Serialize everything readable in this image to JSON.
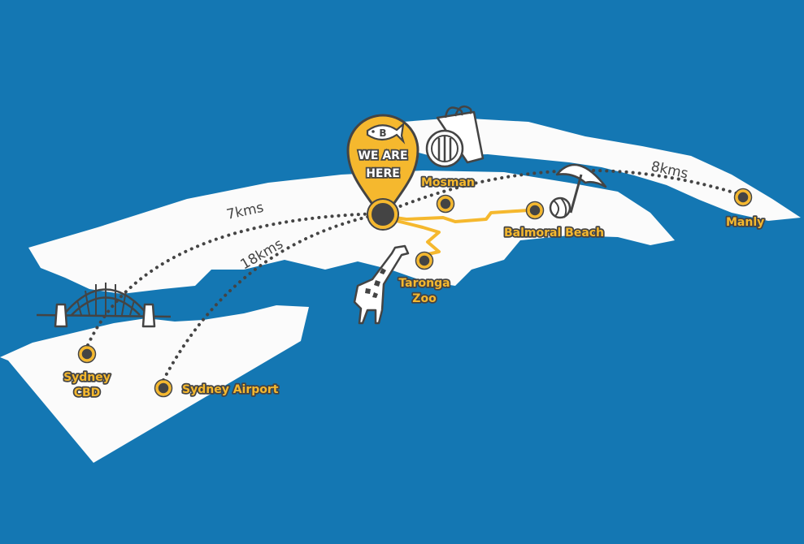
{
  "colors": {
    "water": "#1477b3",
    "land": "#fbfbfb",
    "accent": "#f5b82e",
    "outline": "#444444"
  },
  "pin": {
    "line1": "WE ARE",
    "line2": "HERE",
    "icon": "fish-logo-icon"
  },
  "locations": [
    {
      "id": "mosman",
      "label": "Mosman"
    },
    {
      "id": "balmoral",
      "label": "Balmoral Beach"
    },
    {
      "id": "manly",
      "label": "Manly"
    },
    {
      "id": "taronga",
      "label_line1": "Taronga",
      "label_line2": "Zoo"
    },
    {
      "id": "cbd",
      "label_line1": "Sydney",
      "label_line2": "CBD"
    },
    {
      "id": "airport",
      "label": "Sydney Airport"
    }
  ],
  "distances": {
    "to_cbd": "7kms",
    "to_airport": "18kms",
    "to_manly": "8kms"
  },
  "landmarks": [
    "harbour-bridge-icon",
    "shopping-bag-icon",
    "dining-plate-icon",
    "beach-umbrella-icon",
    "beach-ball-icon",
    "giraffe-icon"
  ]
}
